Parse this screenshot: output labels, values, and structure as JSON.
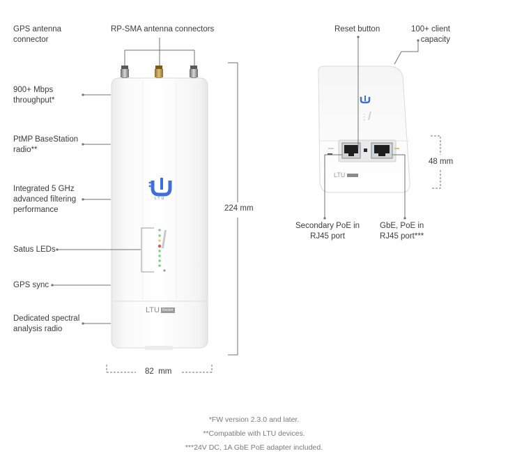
{
  "callouts": {
    "gps_antenna": [
      "GPS antenna",
      "connector"
    ],
    "rp_sma": "RP-SMA antenna connectors",
    "throughput": [
      "900+ Mbps",
      "throughput*"
    ],
    "ptmp": [
      "PtMP BaseStation",
      "radio**"
    ],
    "filtering": [
      "Integrated 5 GHz",
      "advanced filtering",
      "performance"
    ],
    "status_leds": "Satus LEDs",
    "gps_sync": "GPS sync",
    "spectral": [
      "Dedicated spectral",
      "analysis radio"
    ],
    "reset_button": "Reset button",
    "client_capacity": [
      "100+ client",
      "capacity"
    ],
    "secondary_poe": [
      "Secondary PoE in",
      "RJ45 port"
    ],
    "gbe_poe": [
      "GbE, PoE in",
      "RJ45 port***"
    ]
  },
  "dimensions": {
    "height": "224 mm",
    "width": "82  mm",
    "depth": "48 mm"
  },
  "device": {
    "logo_text": "LTU",
    "badge_text": "Rocket",
    "logo_small": "LTU"
  },
  "footnotes": [
    "*FW version 2.3.0 and later.",
    "**Compatible with LTU devices.",
    "***24V DC, 1A GbE PoE adapter included."
  ]
}
